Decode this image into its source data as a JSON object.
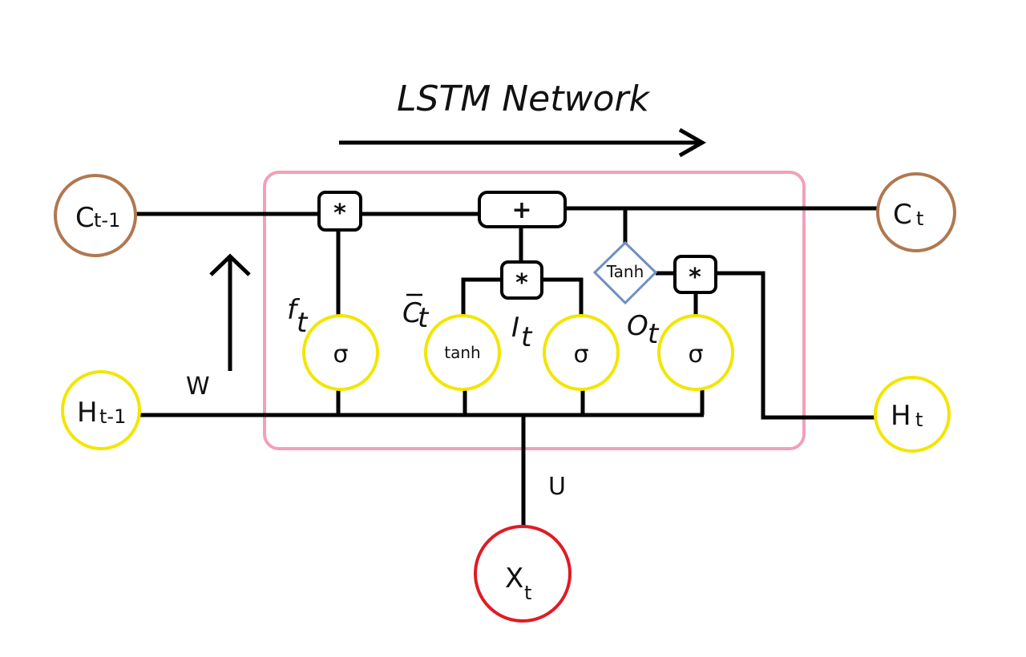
{
  "title": "LSTM Network",
  "nodes": {
    "c_prev": {
      "main": "C",
      "sub": "t-1"
    },
    "c_t": {
      "main": "C",
      "sub": "t"
    },
    "h_prev": {
      "main": "H",
      "sub": "t-1"
    },
    "h_t": {
      "main": "H",
      "sub": "t"
    },
    "x_t": {
      "main": "X",
      "sub": "t"
    }
  },
  "gates": {
    "forget": {
      "symbol": "σ",
      "label": "f",
      "sub": "t"
    },
    "candidate": {
      "symbol": "tanh",
      "label": "C",
      "sub": "t"
    },
    "input": {
      "symbol": "σ",
      "label": "I",
      "sub": "t"
    },
    "output": {
      "symbol": "σ",
      "label": "O",
      "sub": "t"
    }
  },
  "ops": {
    "mul_forget": "*",
    "add": "+",
    "mul_input": "*",
    "mul_output": "*",
    "tanh_diamond": "Tanh"
  },
  "weights": {
    "w": "W",
    "u": "U"
  },
  "colors": {
    "cell_state_node": "#b07850",
    "hidden_node": "#f2e600",
    "input_node": "#e01b24",
    "cell_box": "#f2a0b8",
    "diamond": "#6f8fc0"
  }
}
